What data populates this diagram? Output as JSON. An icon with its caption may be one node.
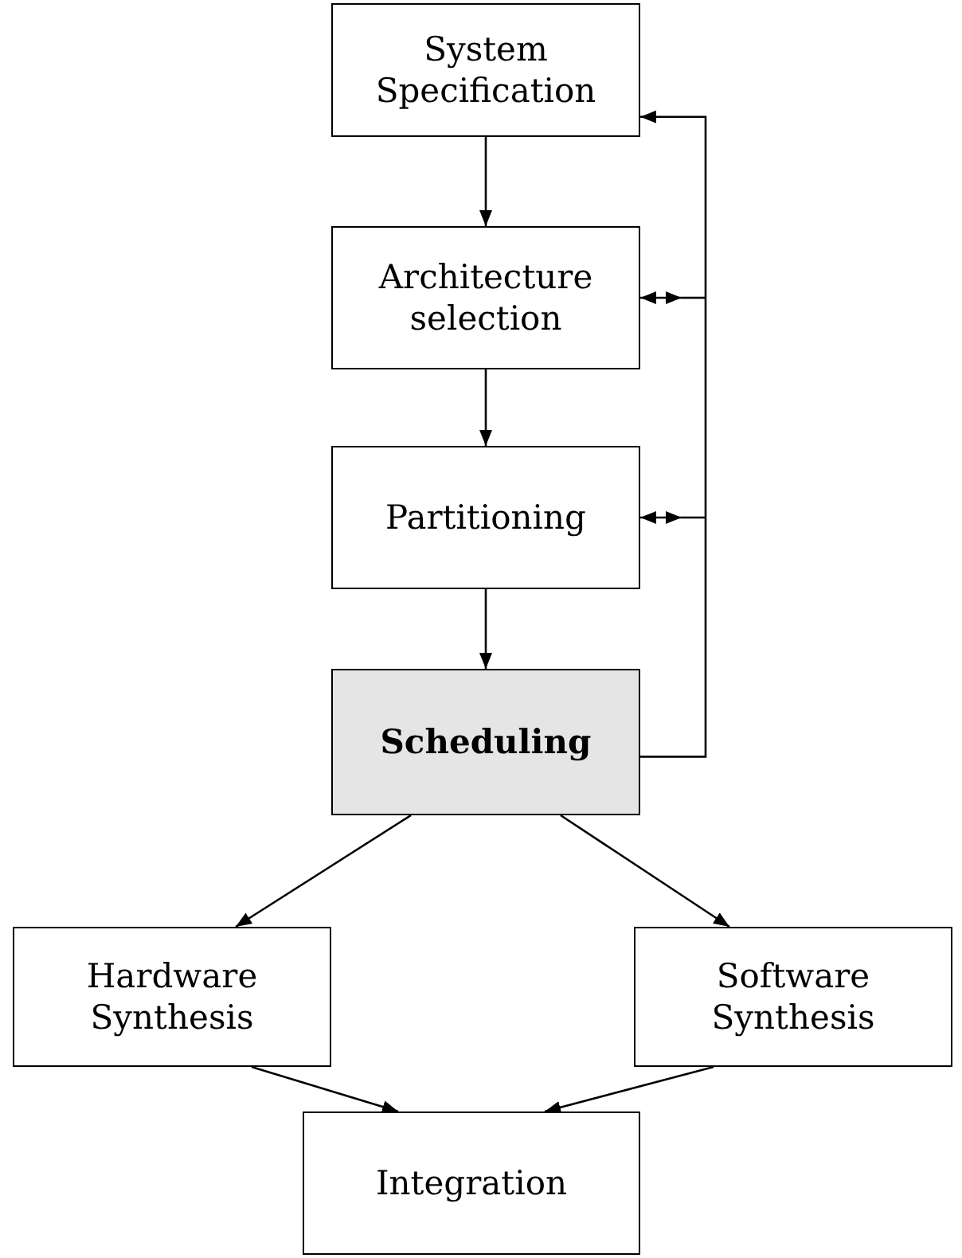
{
  "diagram": {
    "nodes": [
      {
        "text": [
          "System Specification"
        ]
      },
      {
        "text": [
          "Architecture selection"
        ]
      },
      {
        "text": [
          "Partitioning"
        ]
      },
      {
        "text": [
          "Scheduling"
        ]
      },
      {
        "text": [
          "Hardware Synthesis"
        ]
      },
      {
        "text": [
          "Software Synthesis"
        ]
      },
      {
        "text": [
          "Integration"
        ]
      }
    ],
    "edges": [
      {
        "from": 0,
        "to": 1,
        "arrow": "to"
      },
      {
        "from": 1,
        "to": 2,
        "arrow": "to"
      },
      {
        "from": 2,
        "to": 3,
        "arrow": "to"
      },
      {
        "from": 3,
        "to": 4,
        "arrow": "to"
      },
      {
        "from": 3,
        "to": 5,
        "arrow": "to"
      },
      {
        "from": 4,
        "to": 6,
        "arrow": "to"
      },
      {
        "from": 5,
        "to": 6,
        "arrow": "to"
      },
      {
        "from": 3,
        "to": 0,
        "arrow": "to"
      },
      {
        "from": null,
        "to": 1,
        "arrow": "both"
      },
      {
        "from": null,
        "to": 2,
        "arrow": "both"
      }
    ]
  }
}
